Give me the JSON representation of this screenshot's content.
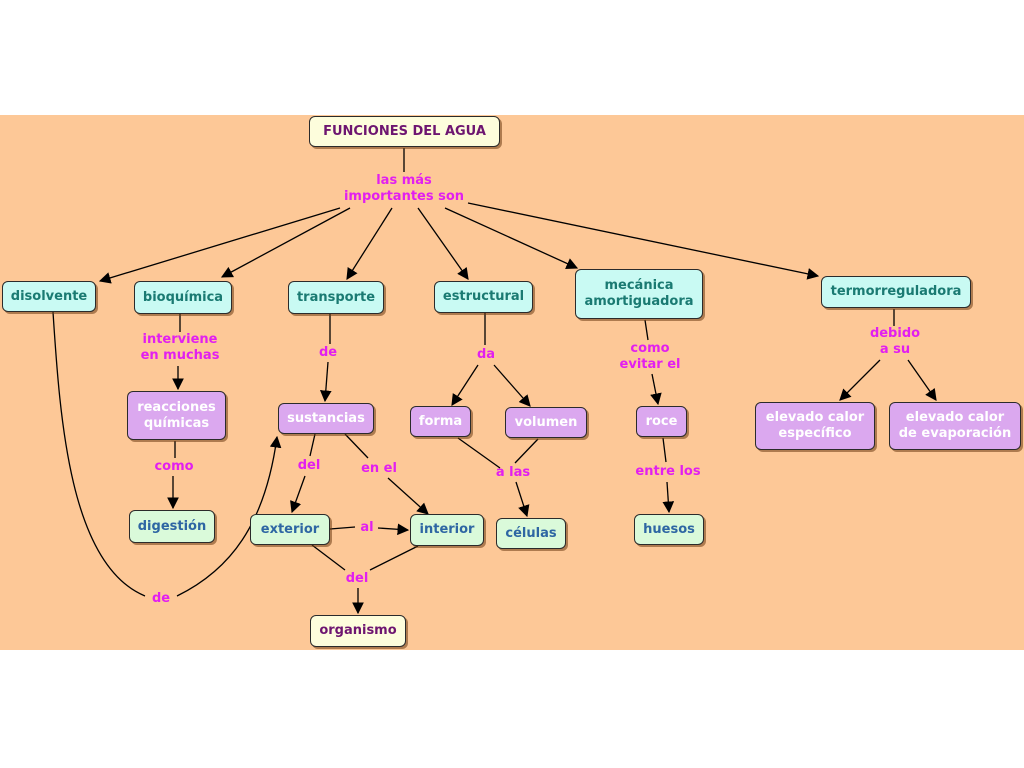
{
  "map": {
    "title": "FUNCIONES DEL AGUA",
    "root_link": "las más\nimportantes son",
    "concepts": {
      "disolvente": "disolvente",
      "bioquimica": "bioquímica",
      "transporte": "transporte",
      "estructural": "estructural",
      "mecanica": "mecánica\namortiguadora",
      "termorreguladora": "termorreguladora",
      "reacciones": "reacciones\nquímicas",
      "digestion": "digestión",
      "sustancias": "sustancias",
      "exterior": "exterior",
      "interior": "interior",
      "organismo": "organismo",
      "forma": "forma",
      "volumen": "volumen",
      "celulas": "células",
      "roce": "roce",
      "huesos": "huesos",
      "calor_especifico": "elevado calor\nespecífico",
      "calor_evaporacion": "elevado calor\nde evaporación"
    },
    "links": {
      "interviene": "interviene\nen muchas",
      "como1": "como",
      "de_transporte": "de",
      "del_exterior": "del",
      "en_el": "en el",
      "al": "al",
      "del_organismo": "del",
      "de_disolvente": "de",
      "da": "da",
      "a_las": "a las",
      "como_evitar": "como\nevitar el",
      "entre_los": "entre los",
      "debido": "debido\na su"
    },
    "colors": {
      "background": "#fdc897",
      "link_text": "#e21ff0",
      "cyan_node": "#c9faf3",
      "purple_node": "#dba8ef",
      "green_node": "#dafada",
      "yellow_node": "#fdfddc"
    }
  }
}
